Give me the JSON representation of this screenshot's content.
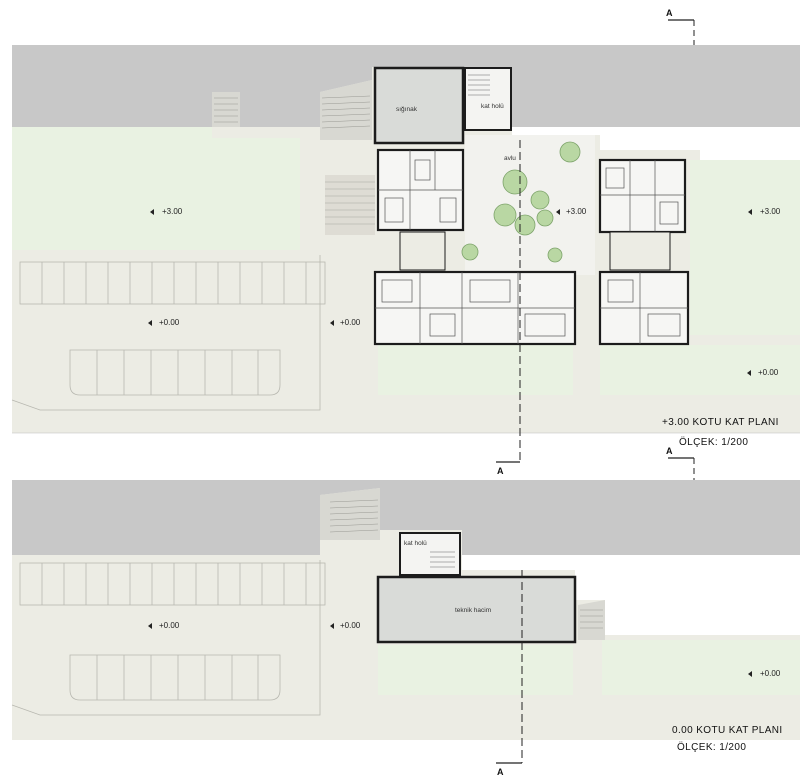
{
  "plan_top": {
    "title": "+3.00 KOTU KAT PLANI",
    "scale": "ÖLÇEK: 1/200",
    "rooms": {
      "shelter": "sığınak",
      "floor_hall": "kat holü",
      "courtyard": "avlu"
    },
    "levels": [
      "+3.00",
      "+3.00",
      "+3.00",
      "+0.00",
      "+0.00",
      "+0.00"
    ]
  },
  "plan_bottom": {
    "title": "0.00 KOTU KAT PLANI",
    "scale": "ÖLÇEK: 1/200",
    "rooms": {
      "floor_hall": "kat holü",
      "technical": "teknik hacim"
    },
    "levels": [
      "+0.00",
      "+0.00",
      "+0.00"
    ]
  },
  "section_marks": [
    "A",
    "A",
    "A",
    "A"
  ],
  "colors": {
    "road": "#c8c8c8",
    "lawn": "#e9f2e2",
    "paving": "#ecece4",
    "building": "#f4f4f2",
    "shelter": "#d9dbd8",
    "wall": "#1c1c1c",
    "tree": "#b9d7a3"
  }
}
